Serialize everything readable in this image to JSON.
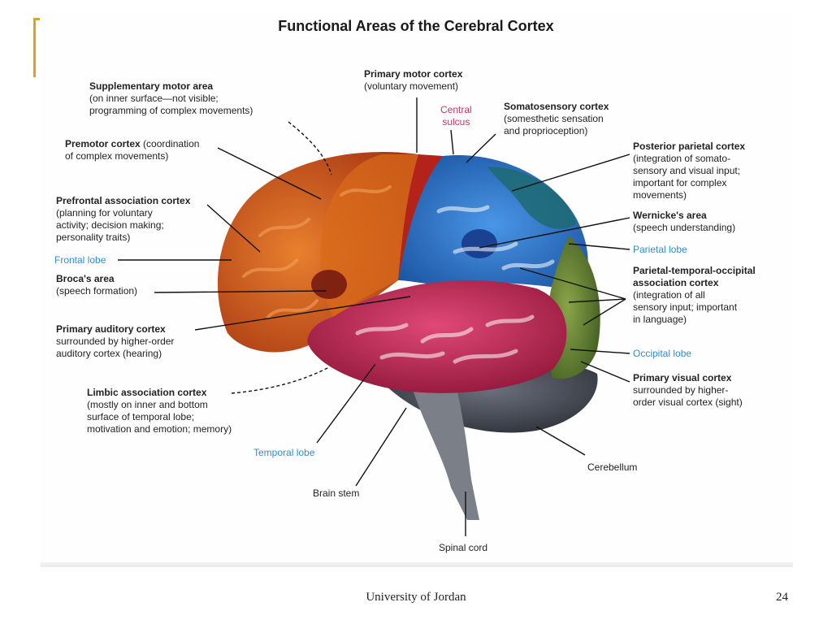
{
  "title": "Functional Areas of the Cerebral Cortex",
  "labels": {
    "supplementary_head": "Supplementary motor area",
    "supplementary_body": "(on inner surface—not visible;\nprogramming of complex movements)",
    "premotor_head": "Premotor cortex",
    "premotor_body": " (coordination\nof complex movements)",
    "prefrontal_head": "Prefrontal association cortex",
    "prefrontal_body": "(planning for voluntary\nactivity; decision making;\npersonality traits)",
    "frontal_lobe": "Frontal lobe",
    "broca_head": "Broca's area",
    "broca_body": "(speech formation)",
    "auditory_head": "Primary auditory cortex",
    "auditory_body": "surrounded by higher-order\nauditory cortex (hearing)",
    "limbic_head": "Limbic association cortex",
    "limbic_body": "(mostly on inner and bottom\nsurface of temporal lobe;\nmotivation and emotion; memory)",
    "temporal_lobe": "Temporal lobe",
    "brain_stem": "Brain stem",
    "spinal_cord": "Spinal cord",
    "cerebellum": "Cerebellum",
    "motor_head": "Primary motor cortex",
    "motor_body": "(voluntary movement)",
    "central_sulcus": "Central\nsulcus",
    "somato_head": "Somatosensory cortex",
    "somato_body": "(somesthetic sensation\nand proprioception)",
    "post_parietal_head": "Posterior parietal cortex",
    "post_parietal_body": "(integration of somato-\nsensory and visual input;\nimportant for complex\nmovements)",
    "wernicke_head": "Wernicke's area",
    "wernicke_body": "(speech understanding)",
    "parietal_lobe": "Parietal lobe",
    "pto_head": "Parietal-temporal-occipital\nassociation cortex",
    "pto_body": "(integration of all\nsensory input; important\nin language)",
    "occipital_lobe": "Occipital lobe",
    "visual_head": "Primary visual cortex",
    "visual_body": "surrounded by higher-\norder visual cortex (sight)"
  },
  "footer": {
    "institution": "University of Jordan",
    "page_number": "24"
  },
  "colors": {
    "frontal": "#c2431a",
    "premotor": "#e07a1c",
    "motor": "#b3231a",
    "somatosensory": "#1e5fb0",
    "parietal": "#2d6fc0",
    "posterior_parietal": "#1f6a72",
    "occipital": "#5a7a2a",
    "temporal": "#b01e4a",
    "cerebellum": "#3a3f4a",
    "lobe_label": "#2b8fd6",
    "sulcus_label": "#d0306a",
    "accent": "#d9a520"
  }
}
